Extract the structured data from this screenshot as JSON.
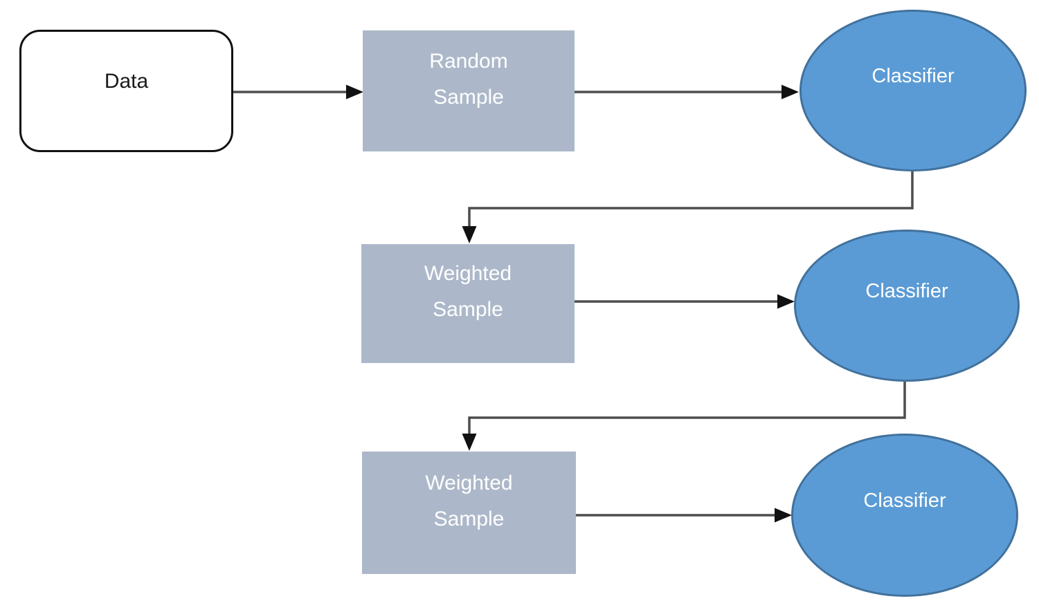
{
  "diagram": {
    "type": "flowchart",
    "description": "Boosting workflow: data is randomly sampled, classified, then re-sampled with weights for successive classifiers",
    "nodes": {
      "data": {
        "label": "Data",
        "shape": "rounded-rectangle",
        "fill": "#FFFFFF",
        "border": "#111111",
        "text_color": "#1A1A1A"
      },
      "random_sample": {
        "lines": [
          "Random",
          "Sample"
        ],
        "shape": "rectangle",
        "fill": "#ACB8C9",
        "text_color": "#FFFFFF"
      },
      "classifier_1": {
        "label": "Classifier",
        "shape": "ellipse",
        "fill": "#5B9BD5",
        "border": "#41719C",
        "text_color": "#FFFFFF"
      },
      "weighted_sample_1": {
        "lines": [
          "Weighted",
          "Sample"
        ],
        "shape": "rectangle",
        "fill": "#ACB8C9",
        "text_color": "#FFFFFF"
      },
      "classifier_2": {
        "label": "Classifier",
        "shape": "ellipse",
        "fill": "#5B9BD5",
        "border": "#41719C",
        "text_color": "#FFFFFF"
      },
      "weighted_sample_2": {
        "lines": [
          "Weighted",
          "Sample"
        ],
        "shape": "rectangle",
        "fill": "#ACB8C9",
        "text_color": "#FFFFFF"
      },
      "classifier_3": {
        "label": "Classifier",
        "shape": "ellipse",
        "fill": "#5B9BD5",
        "border": "#41719C",
        "text_color": "#FFFFFF"
      }
    },
    "edges": [
      {
        "from": "data",
        "to": "random_sample",
        "style": "straight-arrow"
      },
      {
        "from": "random_sample",
        "to": "classifier_1",
        "style": "straight-arrow"
      },
      {
        "from": "classifier_1",
        "to": "weighted_sample_1",
        "style": "elbow-arrow"
      },
      {
        "from": "weighted_sample_1",
        "to": "classifier_2",
        "style": "straight-arrow"
      },
      {
        "from": "classifier_2",
        "to": "weighted_sample_2",
        "style": "elbow-arrow"
      },
      {
        "from": "weighted_sample_2",
        "to": "classifier_3",
        "style": "straight-arrow"
      }
    ],
    "colors": {
      "background": "#FFFFFF",
      "sample_fill": "#ACB8C9",
      "classifier_fill": "#5B9BD5",
      "classifier_border": "#41719C",
      "connector_line": "#4D4D4D",
      "arrowhead": "#111111",
      "label_light": "#FFFFFF",
      "label_dark": "#1A1A1A"
    }
  }
}
